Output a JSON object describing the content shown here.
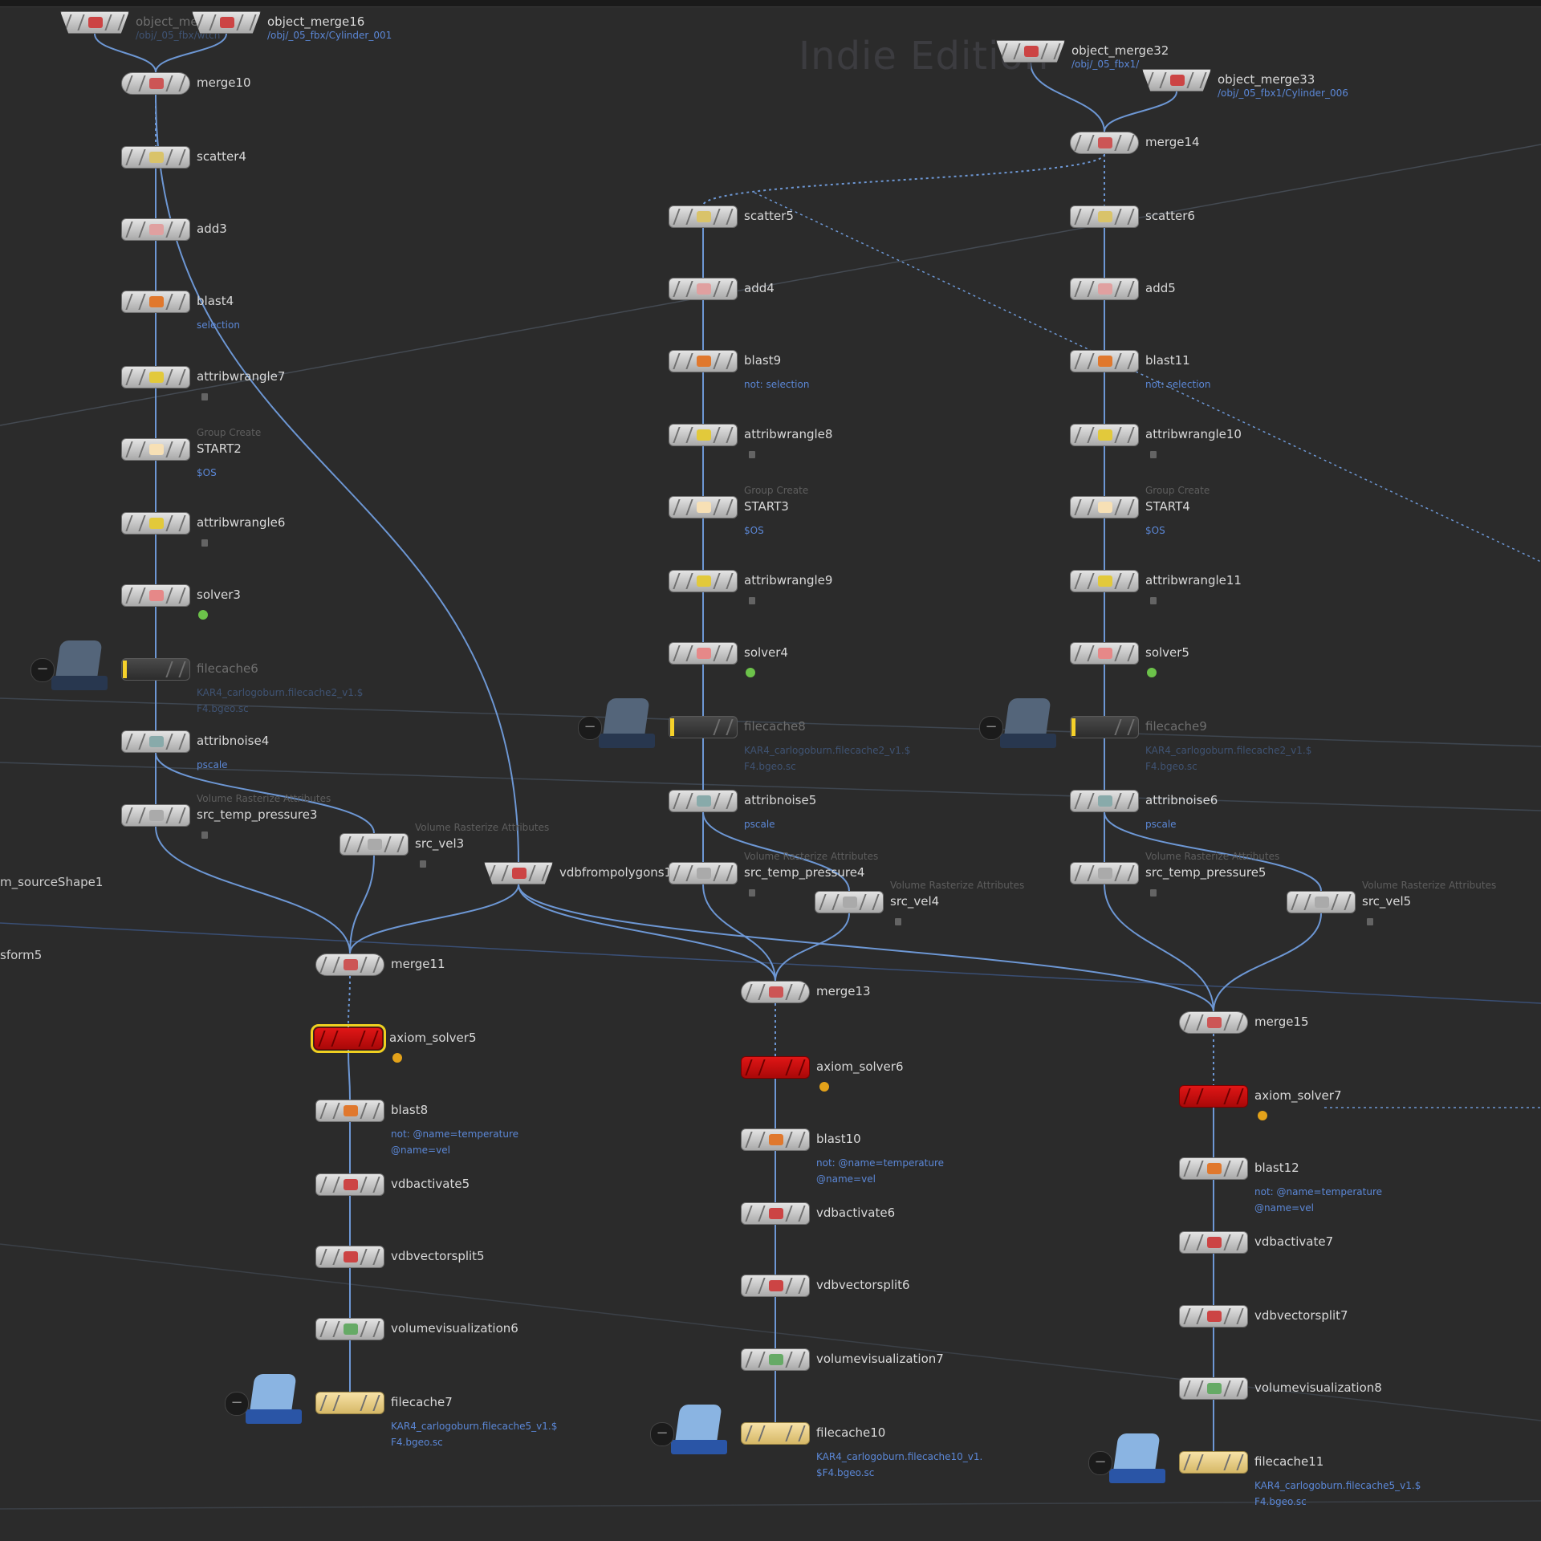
{
  "watermark": "Indie Edition",
  "offscreen_labels": {
    "source_shape": "m_sourceShape1",
    "transform": "sform5"
  },
  "nodes": {
    "object_merge_a": {
      "label": "object_merge",
      "sub": "/obj/_05_fbx/wtch"
    },
    "object_merge16": {
      "label": "object_merge16",
      "sub": "/obj/_05_fbx/Cylinder_001"
    },
    "merge10": {
      "label": "merge10"
    },
    "scatter4": {
      "label": "scatter4"
    },
    "add3": {
      "label": "add3"
    },
    "blast4": {
      "label": "blast4",
      "sub": "selection"
    },
    "attribwrangle7": {
      "label": "attribwrangle7"
    },
    "start2": {
      "label": "START2",
      "type": "Group Create",
      "sub": "$OS"
    },
    "attribwrangle6": {
      "label": "attribwrangle6"
    },
    "solver3": {
      "label": "solver3"
    },
    "filecache6": {
      "label": "filecache6",
      "sub1": "KAR4_carlogoburn.filecache2_v1.$",
      "sub2": "F4.bgeo.sc"
    },
    "attribnoise4": {
      "label": "attribnoise4",
      "sub": "pscale"
    },
    "src_temp_pressure3": {
      "label": "src_temp_pressure3",
      "type": "Volume Rasterize Attributes"
    },
    "src_vel3": {
      "label": "src_vel3",
      "type": "Volume Rasterize Attributes"
    },
    "vdbfrompolygons": {
      "label": "vdbfrompolygons1"
    },
    "merge11": {
      "label": "merge11"
    },
    "axiom_solver5": {
      "label": "axiom_solver5"
    },
    "blast8": {
      "label": "blast8",
      "sub1": "not: @name=temperature",
      "sub2": "@name=vel"
    },
    "vdbactivate5": {
      "label": "vdbactivate5"
    },
    "vdbvectorsplit5": {
      "label": "vdbvectorsplit5"
    },
    "volumevisualization6": {
      "label": "volumevisualization6"
    },
    "filecache7": {
      "label": "filecache7",
      "sub1": "KAR4_carlogoburn.filecache5_v1.$",
      "sub2": "F4.bgeo.sc"
    },
    "scatter5": {
      "label": "scatter5"
    },
    "add4": {
      "label": "add4"
    },
    "blast9": {
      "label": "blast9",
      "sub": "not: selection"
    },
    "attribwrangle8": {
      "label": "attribwrangle8"
    },
    "start3": {
      "label": "START3",
      "type": "Group Create",
      "sub": "$OS"
    },
    "attribwrangle9": {
      "label": "attribwrangle9"
    },
    "solver4": {
      "label": "solver4"
    },
    "filecache8": {
      "label": "filecache8",
      "sub1": "KAR4_carlogoburn.filecache2_v1.$",
      "sub2": "F4.bgeo.sc"
    },
    "attribnoise5": {
      "label": "attribnoise5",
      "sub": "pscale"
    },
    "src_temp_pressure4": {
      "label": "src_temp_pressure4",
      "type": "Volume Rasterize Attributes"
    },
    "src_vel4": {
      "label": "src_vel4",
      "type": "Volume Rasterize Attributes"
    },
    "merge13": {
      "label": "merge13"
    },
    "axiom_solver6": {
      "label": "axiom_solver6"
    },
    "blast10": {
      "label": "blast10",
      "sub1": "not: @name=temperature",
      "sub2": "@name=vel"
    },
    "vdbactivate6": {
      "label": "vdbactivate6"
    },
    "vdbvectorsplit6": {
      "label": "vdbvectorsplit6"
    },
    "volumevisualization7": {
      "label": "volumevisualization7"
    },
    "filecache10": {
      "label": "filecache10",
      "sub1": "KAR4_carlogoburn.filecache10_v1.",
      "sub2": "$F4.bgeo.sc"
    },
    "object_merge32": {
      "label": "object_merge32",
      "sub": "/obj/_05_fbx1/"
    },
    "object_merge33": {
      "label": "object_merge33",
      "sub": "/obj/_05_fbx1/Cylinder_006"
    },
    "merge14": {
      "label": "merge14"
    },
    "scatter6": {
      "label": "scatter6"
    },
    "add5": {
      "label": "add5"
    },
    "blast11": {
      "label": "blast11",
      "sub": "not: selection"
    },
    "attribwrangle10": {
      "label": "attribwrangle10"
    },
    "start4": {
      "label": "START4",
      "type": "Group Create",
      "sub": "$OS"
    },
    "attribwrangle11": {
      "label": "attribwrangle11"
    },
    "solver5": {
      "label": "solver5"
    },
    "filecache9": {
      "label": "filecache9",
      "sub1": "KAR4_carlogoburn.filecache2_v1.$",
      "sub2": "F4.bgeo.sc"
    },
    "attribnoise6": {
      "label": "attribnoise6",
      "sub": "pscale"
    },
    "src_temp_pressure5": {
      "label": "src_temp_pressure5",
      "type": "Volume Rasterize Attributes"
    },
    "src_vel5": {
      "label": "src_vel5",
      "type": "Volume Rasterize Attributes"
    },
    "merge15": {
      "label": "merge15"
    },
    "axiom_solver7": {
      "label": "axiom_solver7"
    },
    "blast12": {
      "label": "blast12",
      "sub1": "not: @name=temperature",
      "sub2": "@name=vel"
    },
    "vdbactivate7": {
      "label": "vdbactivate7"
    },
    "vdbvectorsplit7": {
      "label": "vdbvectorsplit7"
    },
    "volumevisualization8": {
      "label": "volumevisualization8"
    },
    "filecache11": {
      "label": "filecache11",
      "sub1": "KAR4_carlogoburn.filecache5_v1.$",
      "sub2": "F4.bgeo.sc"
    }
  },
  "colors": {
    "wire": "#6d97d4",
    "wire_dim": "#4f5b6b",
    "background": "#2b2b2b",
    "selected_outline": "#f0d020",
    "error_node": "#d81111",
    "cache_node": "#e9d08f"
  }
}
